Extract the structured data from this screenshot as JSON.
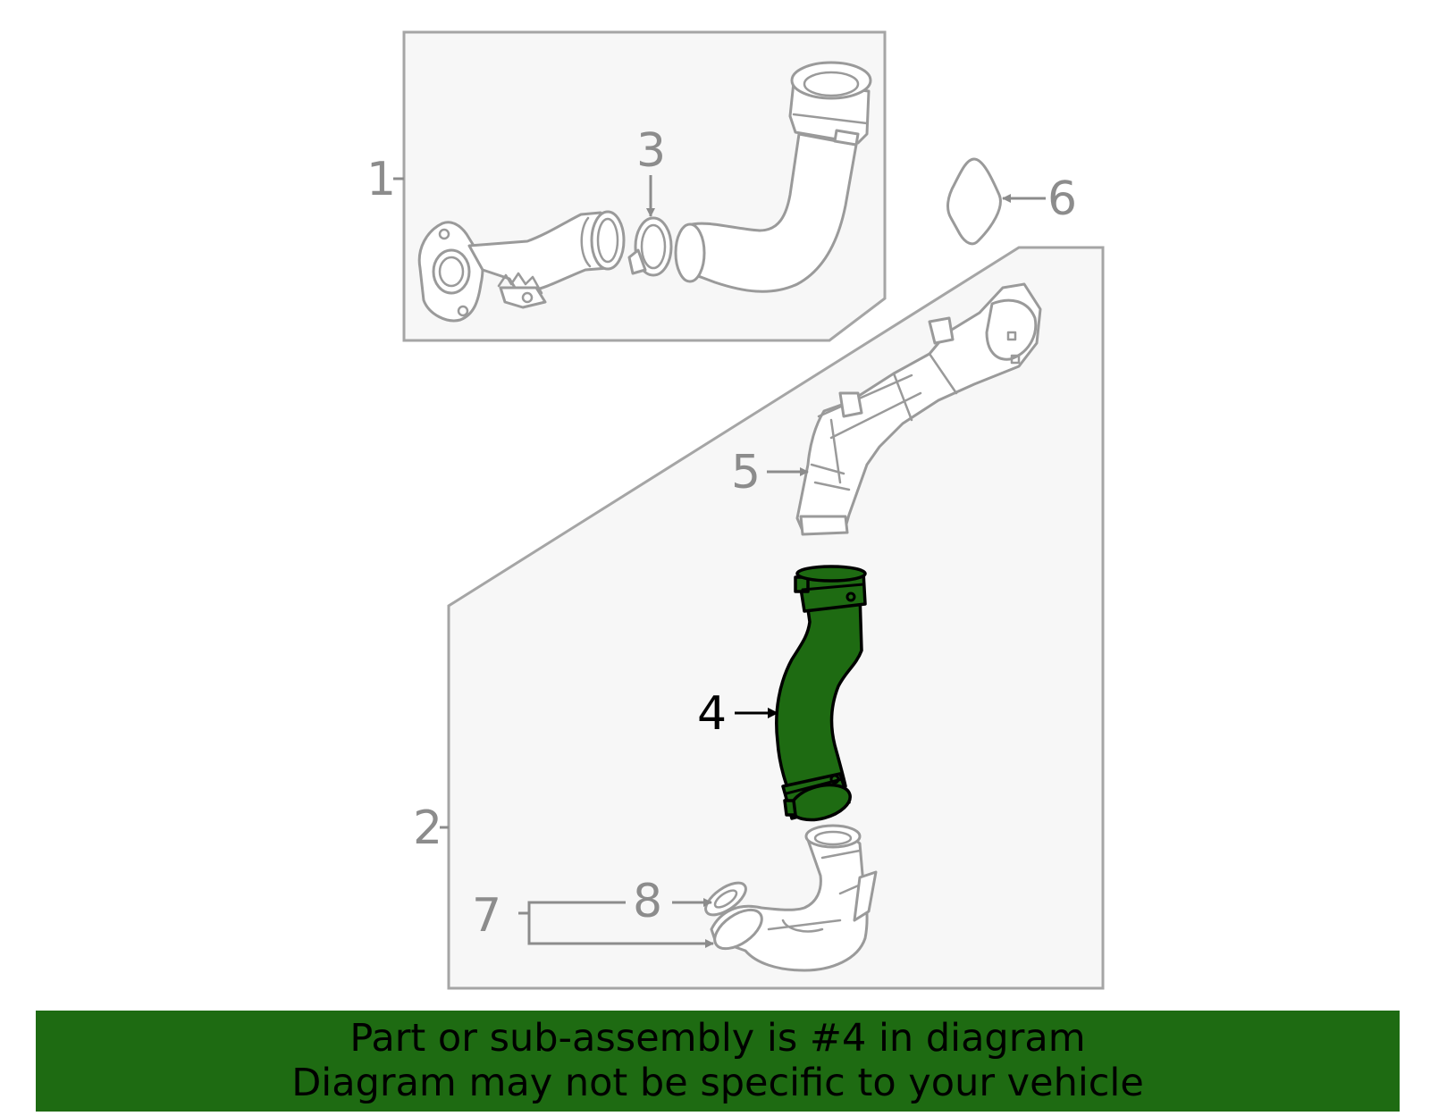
{
  "diagram": {
    "callouts": {
      "c1": "1",
      "c2": "2",
      "c3": "3",
      "c4": "4",
      "c5": "5",
      "c6": "6",
      "c7": "7",
      "c8": "8"
    },
    "highlighted_part": "4"
  },
  "banner": {
    "line1": "Part or sub-assembly is #4 in diagram",
    "line2": "Diagram may not be specific to your vehicle"
  },
  "colors": {
    "highlight": "#1e6b12",
    "banner_bg": "#1e6b12",
    "line_gray": "#9a9a9a",
    "box_fill": "#f7f7f7",
    "box_stroke": "#a5a5a5"
  }
}
